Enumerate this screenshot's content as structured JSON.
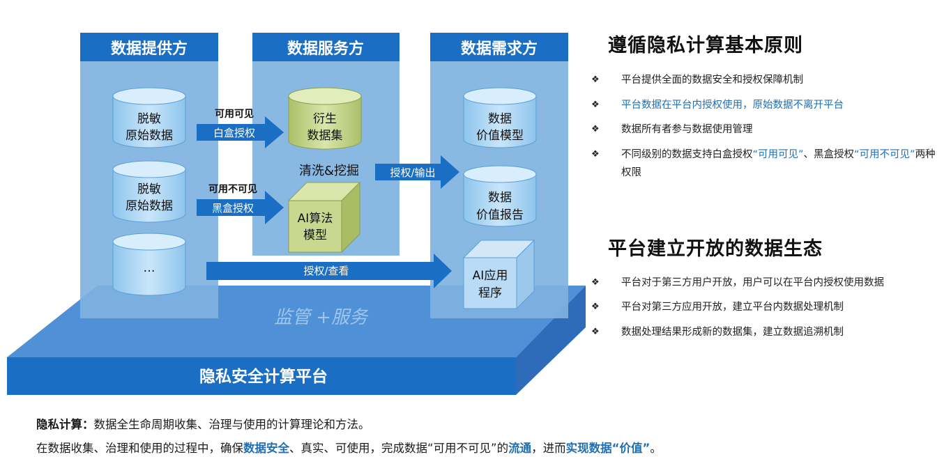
{
  "diagram": {
    "columns": [
      "数据提供方",
      "数据服务方",
      "数据需求方"
    ],
    "provider_items": [
      {
        "line1": "脱敏",
        "line2": "原始数据"
      },
      {
        "line1": "脱敏",
        "line2": "原始数据"
      },
      {
        "line1": "…",
        "line2": ""
      }
    ],
    "arrow1": {
      "top_label": "可用可见",
      "label": "白盒授权"
    },
    "arrow2": {
      "top_label": "可用不可见",
      "label": "黑盒授权"
    },
    "arrow3": {
      "label": "授权/输出"
    },
    "arrow4": {
      "label": "授权/查看"
    },
    "service_items": {
      "derived": {
        "line1": "衍生",
        "line2": "数据集"
      },
      "process_label": "清洗&挖掘",
      "ai_model": {
        "line1": "AI算法",
        "line2": "模型"
      }
    },
    "demand_items": [
      {
        "line1": "数据",
        "line2": "价值模型"
      },
      {
        "line1": "数据",
        "line2": "价值报告"
      },
      {
        "line1": "AI应用",
        "line2": "程序"
      }
    ],
    "platform_overlay": "监管 +服务",
    "platform_name": "隐私安全计算平台"
  },
  "principles": {
    "title": "遵循隐私计算基本原则",
    "bullet_icon": "diamond-bullet-icon",
    "items": [
      "平台提供全面的数据安全和授权保障机制",
      "平台数据在平台内授权使用，原始数据不离开平台",
      "数据所有者参与数据使用管理"
    ],
    "item4_part1": "不同级别的数据支持白盒授权",
    "item4_quote1": "“可用可见”",
    "item4_part2": "、黑盒授权",
    "item4_quote2": "“可用不可见”",
    "item4_part3": "两种权限"
  },
  "ecosystem": {
    "title": "平台建立开放的数据生态",
    "items": [
      "平台对于第三方用户开放，用户可以在平台内授权使用数据",
      "平台对第三方应用开放，建立平台内数据处理机制",
      "数据处理结果形成新的数据集，建立数据追溯机制"
    ]
  },
  "footer": {
    "line1_label": "隐私计算：",
    "line1_text": "数据全生命周期收集、治理与使用的计算理论和方法。",
    "line2_part1": "在数据收集、治理和使用的过程中，确保",
    "line2_hl1": "数据安全",
    "line2_part2": "、真实、可使用，完成数据“可用不可见”的",
    "line2_hl2": "流通",
    "line2_part3": "，进而",
    "line2_hl3": "实现数据“价值”",
    "line2_part4": "。"
  },
  "colors": {
    "column_header": "#1a6fc4",
    "column_body": "#7fb2e0",
    "platform_top": "#4d8fd6",
    "platform_front": "#1a6fc4",
    "arrow": "#1a6fc4",
    "cylinder_blue": "#a9d4f2",
    "cylinder_green": "#c2d38a",
    "cube_green": "#c9d88f",
    "highlight": "#1f6fb2"
  }
}
